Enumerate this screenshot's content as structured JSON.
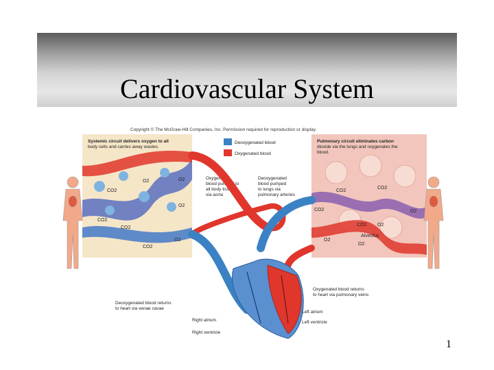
{
  "slide": {
    "title": "Cardiovascular System",
    "page_number": "1"
  },
  "diagram": {
    "copyright": "Copyright © The McGraw-Hill Companies, Inc. Permission required for reproduction or display.",
    "systemic_text_1": "Systemic circuit delivers oxygen to all",
    "systemic_text_2": "body cells and carries away wastes.",
    "pulmonary_text_1": "Pulmonary circuit eliminates carbon",
    "pulmonary_text_2": "dioxide via the lungs and oxygenates the",
    "pulmonary_text_3": "blood.",
    "legend": {
      "deoxygenated": "Deoxygenated blood",
      "oxygenated": "Oxygenated blood",
      "deoxygenated_color": "#3b82c4",
      "oxygenated_color": "#e0362c"
    },
    "center_left_1": "Oxygenated",
    "center_left_2": "blood pumped to",
    "center_left_3": "all body tissues",
    "center_left_4": "via aorta",
    "center_right_1": "Deoxygenated",
    "center_right_2": "blood pumped",
    "center_right_3": "to lungs via",
    "center_right_4": "pulmonary arteries",
    "deoxy_return_1": "Deoxygenated blood returns",
    "deoxy_return_2": "to heart via venae cavae",
    "oxy_return_1": "Oxygenated blood returns",
    "oxy_return_2": "to heart via pulmonary veins",
    "right_atrium": "Right atrium",
    "right_ventricle": "Right ventricle",
    "left_atrium": "Left atrium",
    "left_ventricle": "Left ventricle",
    "alveolus": "Alveolus",
    "o2": "O2",
    "co2": "CO2"
  }
}
